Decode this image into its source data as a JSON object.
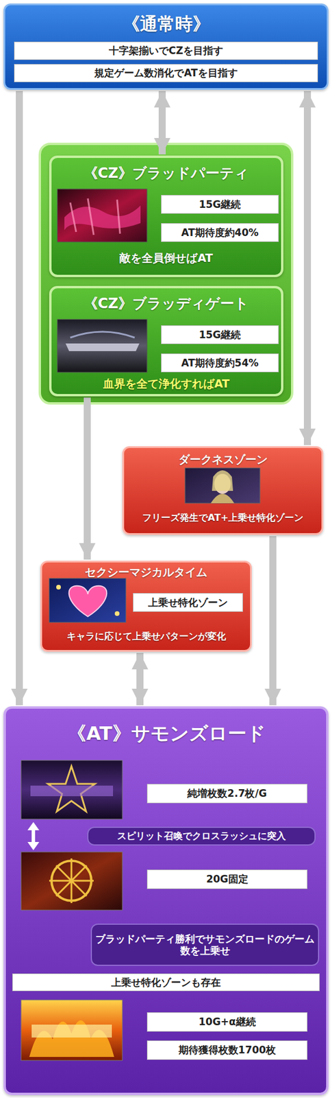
{
  "diagram": {
    "nodes": [
      {
        "text": [
          "《通常時》",
          "十字架揃いでCZを目指す",
          "規定ゲーム数消化でATを目指す"
        ]
      },
      {
        "text": [
          "《CZ》ブラッドパーティ",
          "15G継続",
          "AT期待度約40%",
          "敵を全員倒せばAT"
        ]
      },
      {
        "text": [
          "《CZ》ブラッディゲート",
          "15G継続",
          "AT期待度約54%",
          "血界を全て浄化すればAT"
        ]
      },
      {
        "text": [
          "ダークネスゾーン",
          "フリーズ発生でAT+上乗せ特化ゾーン"
        ]
      },
      {
        "text": [
          "セクシーマジカルタイム",
          "上乗せ特化ゾーン",
          "キャラに応じて上乗せパターンが変化"
        ]
      },
      {
        "text": [
          "《AT》サモンズロード",
          "純増枚数2.7枚/G",
          "スピリット召喚でクロスラッシュに突入",
          "20G固定",
          "ブラッドパーティ勝利でサモンズロードのゲーム数を上乗せ",
          "上乗せ特化ゾーンも存在",
          "10G+α継続",
          "期待獲得枚数1700枚"
        ]
      }
    ],
    "edges": [
      {
        "from": 0,
        "to": 1,
        "arrow": "both"
      },
      {
        "from": 0,
        "to": 3,
        "arrow": "both"
      },
      {
        "from": 0,
        "to": 5,
        "arrow": "to"
      },
      {
        "from": 2,
        "to": 4,
        "arrow": "to"
      },
      {
        "from": 3,
        "to": 5,
        "arrow": "to"
      },
      {
        "from": 4,
        "to": 5,
        "arrow": "both"
      }
    ]
  }
}
